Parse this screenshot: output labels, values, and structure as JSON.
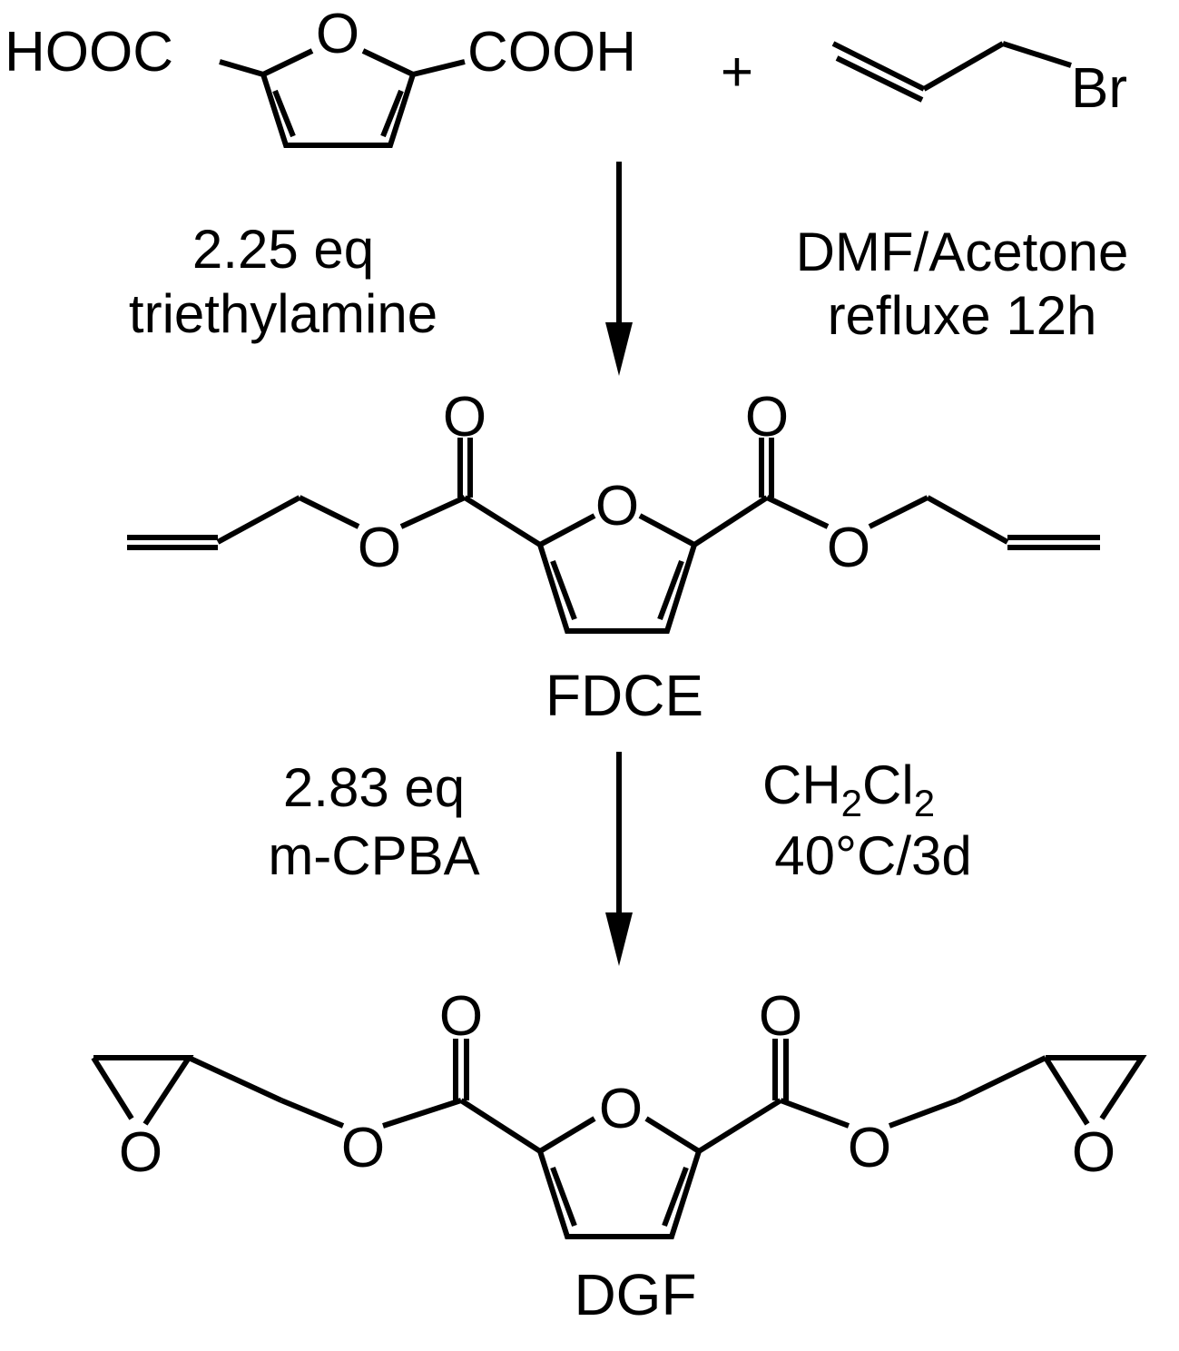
{
  "scheme": {
    "reactant1": {
      "left_group": "HOOC",
      "right_group": "COOH",
      "ring_oxygen": "O"
    },
    "plus": "+",
    "reactant2": {
      "halogen": "Br"
    },
    "step1": {
      "left_line1": "2.25 eq",
      "left_line2": "triethylamine",
      "right_line1": "DMF/Acetone",
      "right_line2": "refluxe 12h"
    },
    "intermediate": {
      "name": "FDCE",
      "oxygen": "O"
    },
    "step2": {
      "left_line1": "2.83 eq",
      "left_line2": "m-CPBA",
      "solvent_ch": "CH",
      "solvent_sub1": "2",
      "solvent_cl": "Cl",
      "solvent_sub2": "2",
      "right_line2": "40°C/3d"
    },
    "product": {
      "name": "DGF",
      "oxygen": "O"
    }
  }
}
